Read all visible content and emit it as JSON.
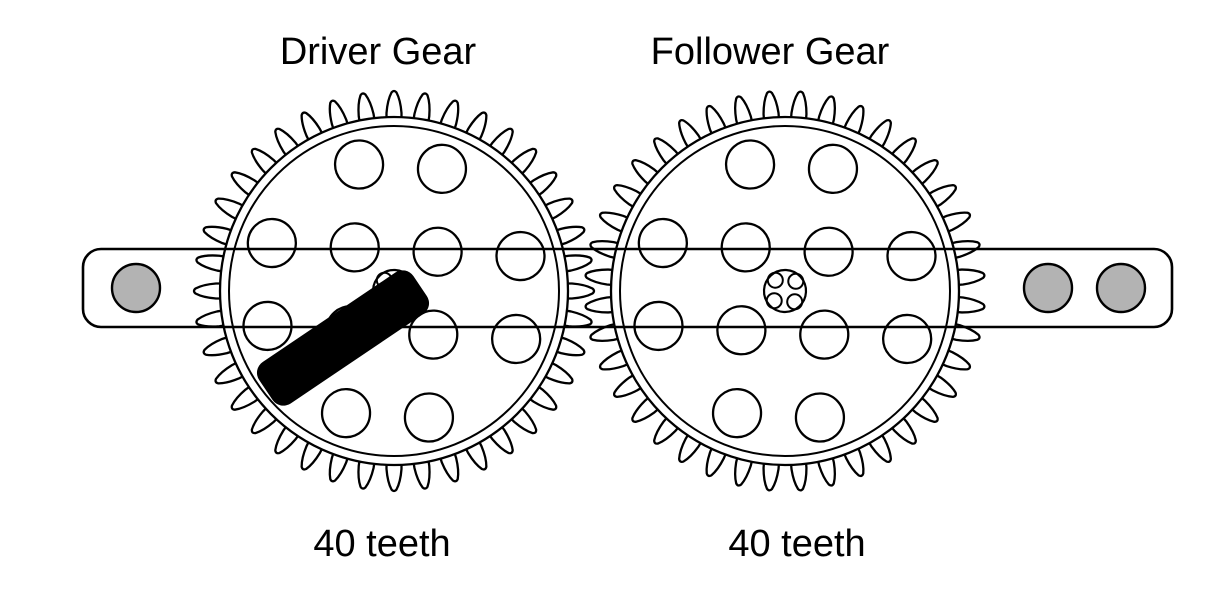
{
  "diagram": {
    "driver_gear": {
      "title": "Driver Gear",
      "teeth_count": 40,
      "teeth_label": "40 teeth"
    },
    "follower_gear": {
      "title": "Follower Gear",
      "teeth_count": 40,
      "teeth_label": "40 teeth"
    },
    "colors": {
      "outline": "#000000",
      "pin_fill": "#b3b3b3",
      "handle_fill": "#000000",
      "background": "#ffffff"
    }
  }
}
